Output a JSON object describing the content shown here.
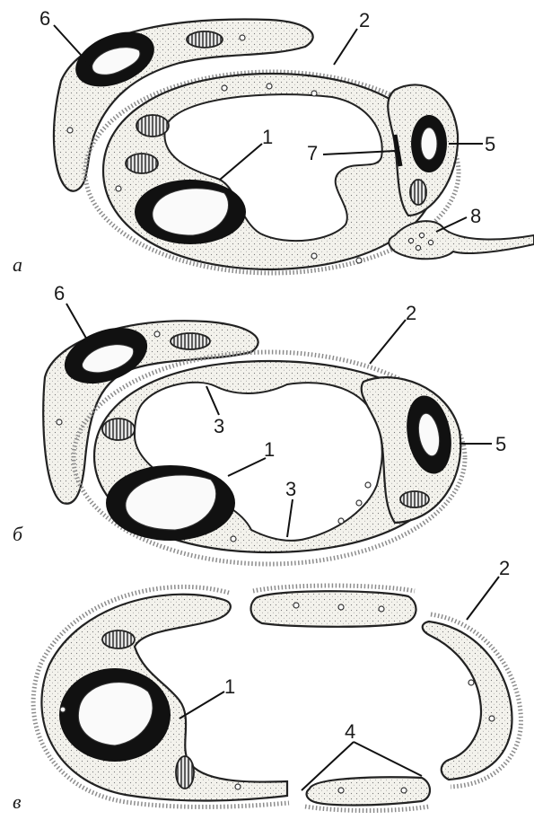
{
  "figure": {
    "panels": [
      {
        "id": "a",
        "letter": "а"
      },
      {
        "id": "b",
        "letter": "б"
      },
      {
        "id": "v",
        "letter": "в"
      }
    ],
    "labels": {
      "l1": "1",
      "l2": "2",
      "l3": "3",
      "l4": "4",
      "l5": "5",
      "l6": "6",
      "l7": "7",
      "l8": "8"
    }
  }
}
